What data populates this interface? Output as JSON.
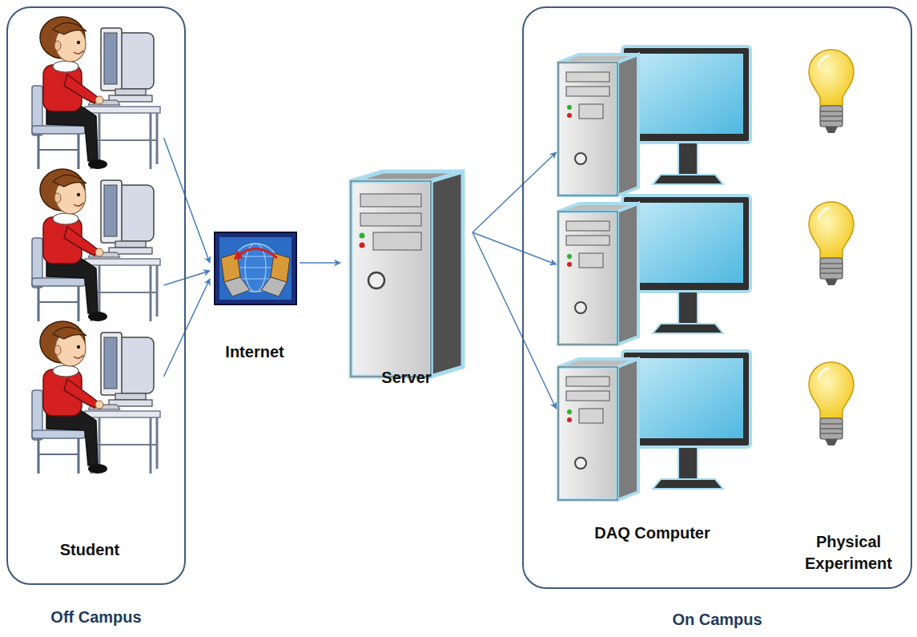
{
  "diagram": {
    "nodes": [
      {
        "text": [
          "Off Campus"
        ]
      },
      {
        "text": [
          "Student"
        ],
        "in": 0
      },
      {
        "text": [
          "Internet"
        ]
      },
      {
        "text": [
          "Server"
        ]
      },
      {
        "text": [
          "On Campus"
        ]
      },
      {
        "text": [
          "DAQ Computer"
        ],
        "in": 4
      },
      {
        "text": [
          "Physical Experiment"
        ],
        "in": 4
      }
    ],
    "edges": [
      {
        "from": 1,
        "to": 2,
        "arrow": "to"
      },
      {
        "from": 1,
        "to": 2,
        "arrow": "to"
      },
      {
        "from": 1,
        "to": 2,
        "arrow": "to"
      },
      {
        "from": 2,
        "to": 3,
        "arrow": "to"
      },
      {
        "from": 3,
        "to": 5,
        "arrow": "to"
      },
      {
        "from": 3,
        "to": 5,
        "arrow": "to"
      },
      {
        "from": 3,
        "to": 5,
        "arrow": "to"
      }
    ]
  }
}
